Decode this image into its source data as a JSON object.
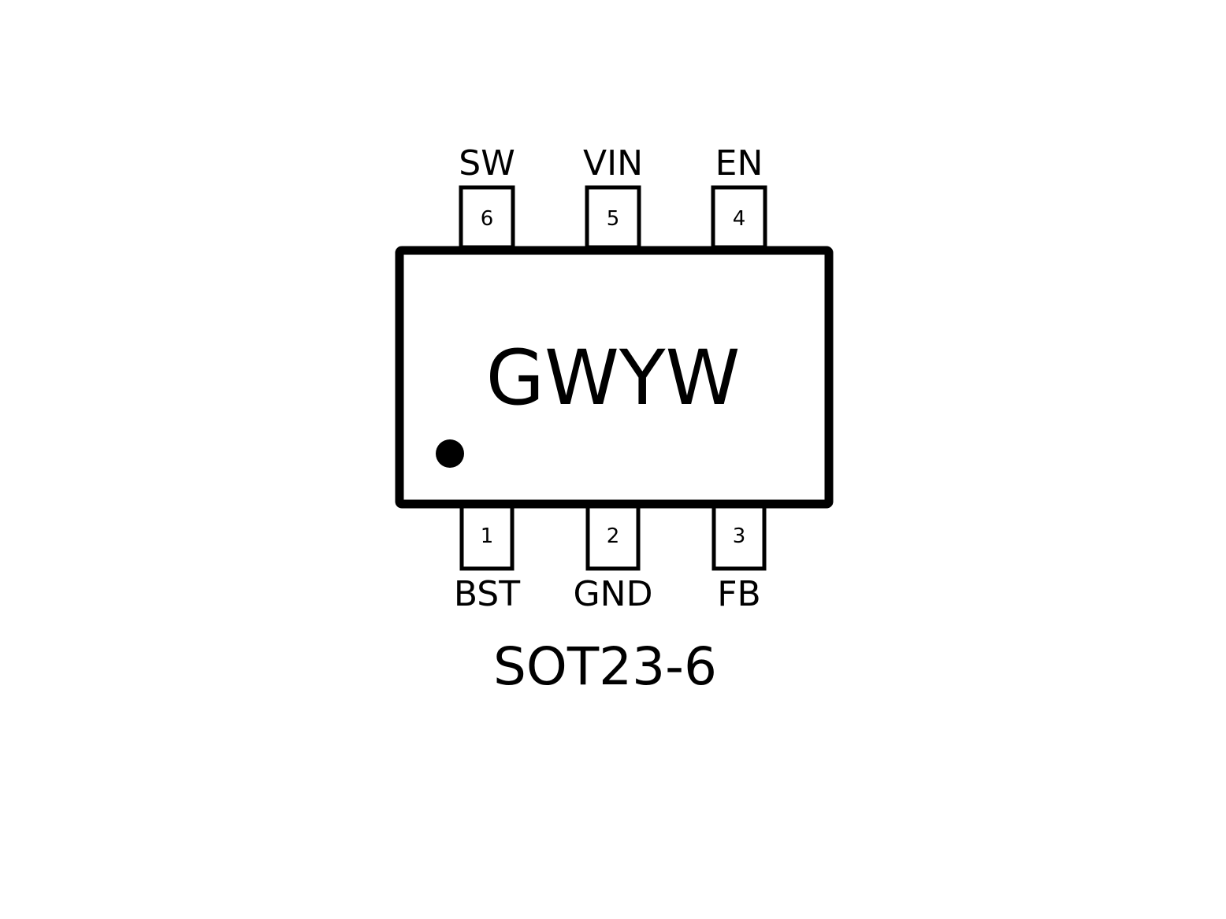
{
  "package": {
    "marking": "GWYW",
    "name": "SOT23-6"
  },
  "pins": [
    {
      "number": "6",
      "name": "SW"
    },
    {
      "number": "5",
      "name": "VIN"
    },
    {
      "number": "4",
      "name": "EN"
    },
    {
      "number": "1",
      "name": "BST"
    },
    {
      "number": "2",
      "name": "GND"
    },
    {
      "number": "3",
      "name": "FB"
    }
  ],
  "colors": {
    "stroke": "#000000",
    "background": "#ffffff"
  }
}
